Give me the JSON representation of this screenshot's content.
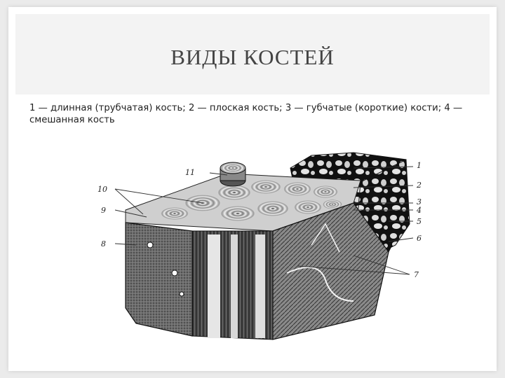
{
  "slide": {
    "title": "ВИДЫ КОСТЕЙ",
    "caption": "1 — длинная (трубчатая) кость; 2 — плоская кость; 3 — губчатые (короткие) кости; 4 — смешанная кость"
  },
  "figure": {
    "labels": [
      "1",
      "2",
      "3",
      "4",
      "5",
      "6",
      "7",
      "8",
      "9",
      "10",
      "11"
    ]
  }
}
